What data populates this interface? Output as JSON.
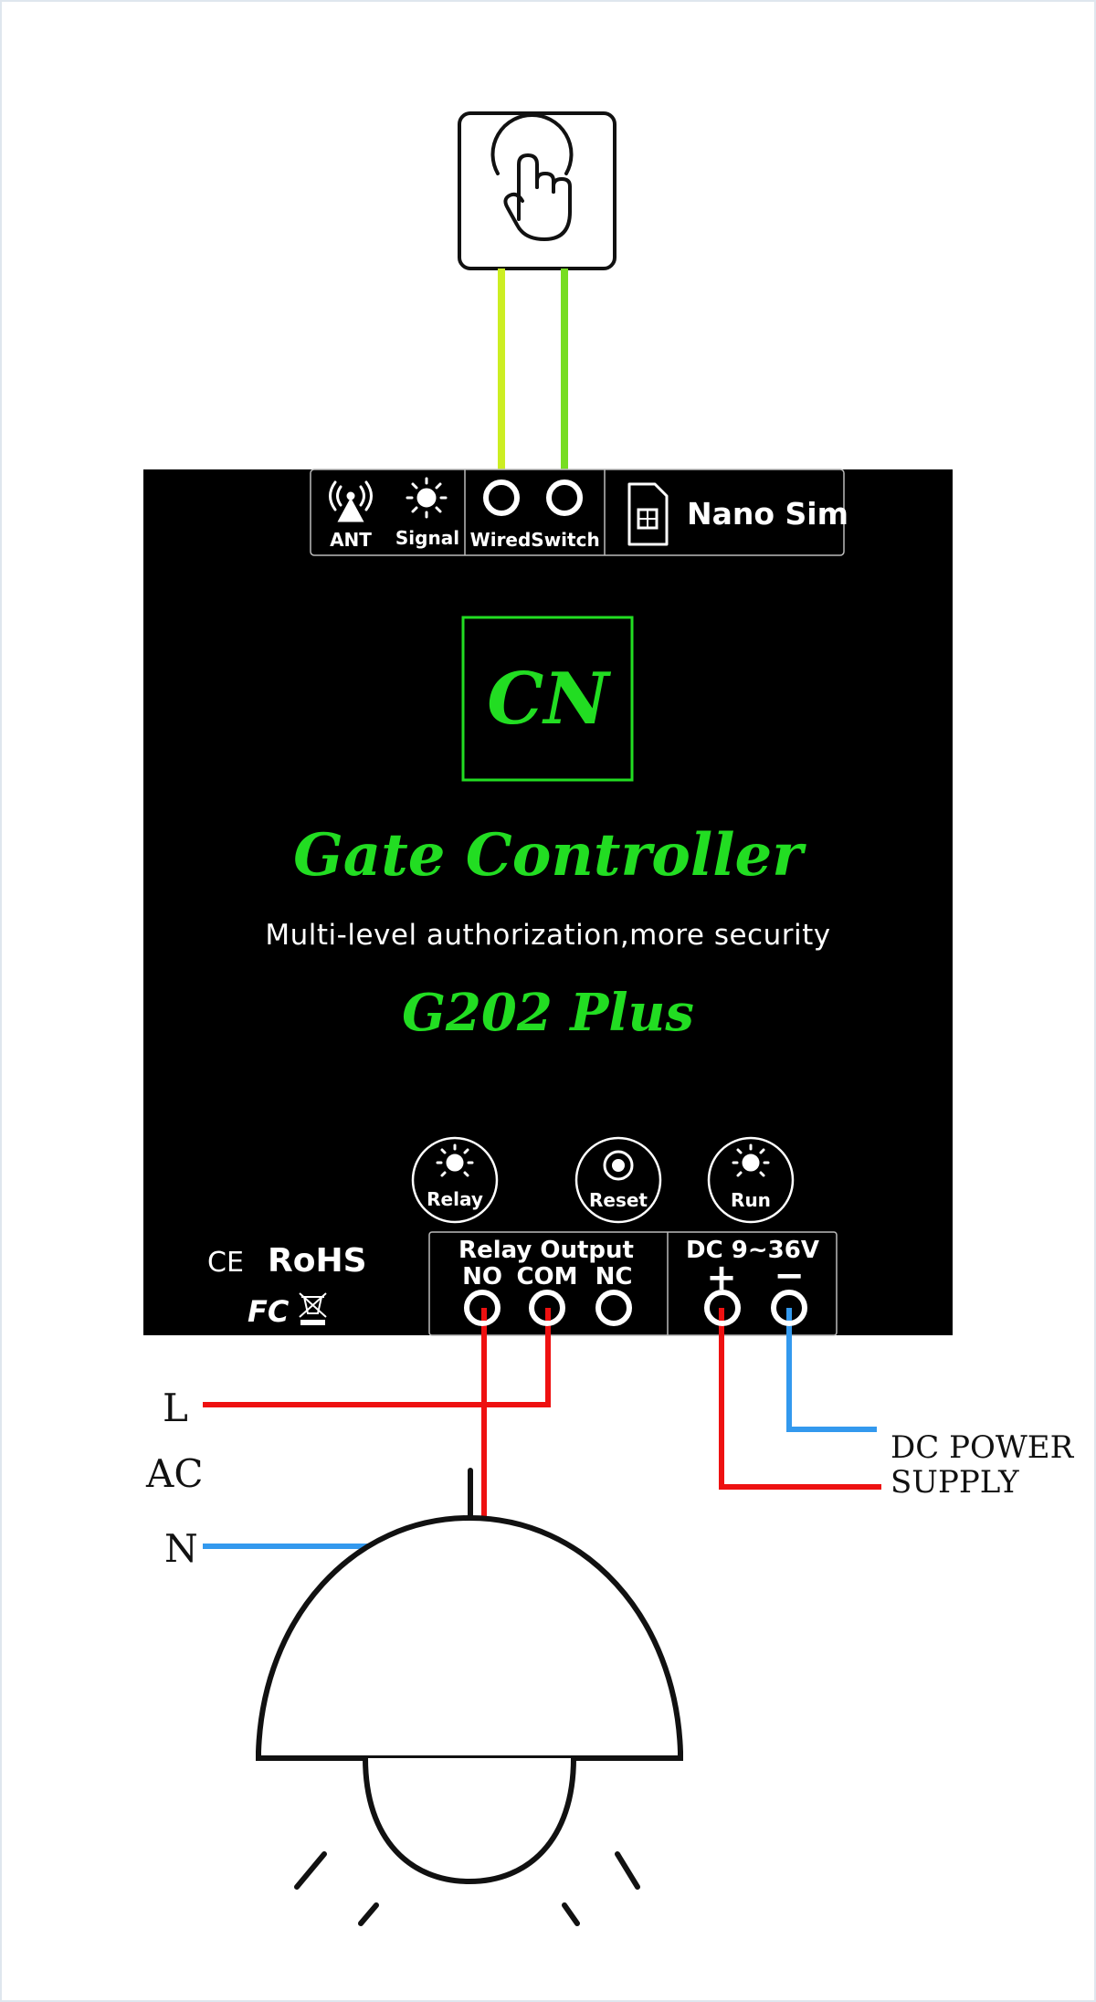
{
  "header_panel": {
    "ant_label": "ANT",
    "signal_label": "Signal",
    "wired_label": "Wired",
    "switch_label": "Switch",
    "sim_label": "Nano Sim"
  },
  "logo": {
    "text": "CN"
  },
  "product": {
    "title": "Gate Controller",
    "tagline": "Multi-level authorization,more security",
    "model": "G202 Plus"
  },
  "indicators": {
    "relay_label": "Relay",
    "reset_label": "Reset",
    "run_label": "Run"
  },
  "certifications": {
    "ce": "CE",
    "rohs": "RoHS",
    "fc": "FC"
  },
  "relay_output": {
    "title": "Relay Output",
    "no_label": "NO",
    "com_label": "COM",
    "nc_label": "NC"
  },
  "dc_input": {
    "title": "DC 9~36V",
    "plus_label": "+",
    "minus_label": "−"
  },
  "external_labels": {
    "l": "L",
    "ac": "AC",
    "n": "N",
    "dc_power_line1": "DC POWER",
    "dc_power_line2": "SUPPLY"
  },
  "colors": {
    "board": "#000000",
    "brand_green": "#22dd22",
    "wire_yellow_green": "#ccee22",
    "wire_green": "#77dd22",
    "wire_red": "#ee1111",
    "wire_blue": "#3399ee"
  }
}
